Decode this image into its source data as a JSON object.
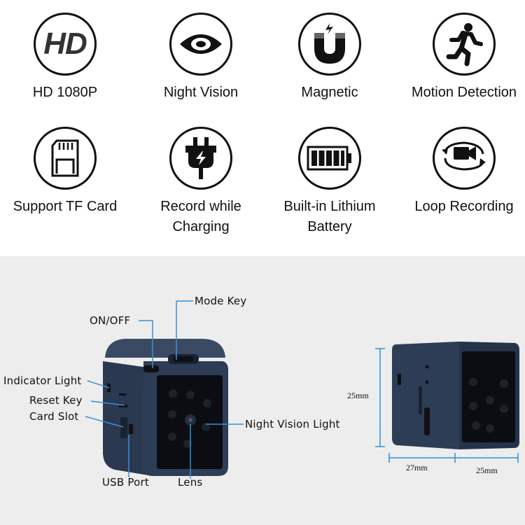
{
  "features": [
    {
      "icon": "hd-icon",
      "icon_text": "HD",
      "label": "HD 1080P"
    },
    {
      "icon": "eye-icon",
      "label": "Night Vision"
    },
    {
      "icon": "magnet-icon",
      "label": "Magnetic"
    },
    {
      "icon": "running-person-icon",
      "label": "Motion Detection"
    },
    {
      "icon": "sd-card-icon",
      "label": "Support TF Card"
    },
    {
      "icon": "plug-charging-icon",
      "label": "Record while\nCharging"
    },
    {
      "icon": "battery-icon",
      "label": "Built-in Lithium\nBattery"
    },
    {
      "icon": "loop-camera-icon",
      "label": "Loop Recording"
    }
  ],
  "callouts": {
    "mode_key": "Mode Key",
    "on_off": "ON/OFF",
    "indicator_light": "Indicator Light",
    "reset_key": "Reset Key",
    "card_slot": "Card Slot",
    "night_vision_light": "Night Vision Light",
    "usb_port": "USB Port",
    "lens": "Lens"
  },
  "dimensions": {
    "height": "25mm",
    "depth": "27mm",
    "width": "25mm"
  },
  "colors": {
    "callout_line": "#3b8fd6",
    "dimension_line": "#2a93d5",
    "camera_body": "#2b3a52",
    "lens_panel": "#0b0d12"
  }
}
